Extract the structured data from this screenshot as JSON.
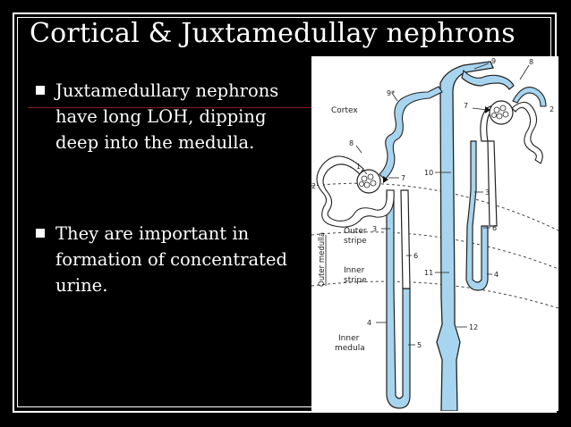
{
  "slide": {
    "title": "Cortical & Juxtamedullay nephrons",
    "bullets": [
      "Juxtamedullary nephrons have long LOH, dipping deep into the medulla.",
      "They are important in formation of concentrated urine."
    ]
  },
  "figure": {
    "region_labels": {
      "cortex": "Cortex",
      "outer_stripe": [
        "Outer",
        "stripe"
      ],
      "inner_stripe": [
        "Inner",
        "stripe"
      ],
      "inner_medulla": [
        "Inner",
        "medula"
      ],
      "outer_medulla_vertical": "Outer medulla"
    },
    "numbers": {
      "n9": "9",
      "n8a": "8",
      "n9star": "9*",
      "n7a": "7",
      "n2a": "2",
      "n8b": "8",
      "n1": "1",
      "n2b": "2",
      "n7b": "7",
      "n10": "10",
      "n3a": "3",
      "n3b": "3",
      "n6a": "6",
      "n6b": "6",
      "n11": "11",
      "n4a": "4",
      "n12": "12",
      "n4b": "4",
      "n5": "5"
    },
    "colors": {
      "tubule_fill": "#a7d4ee",
      "outline": "#222222"
    }
  }
}
